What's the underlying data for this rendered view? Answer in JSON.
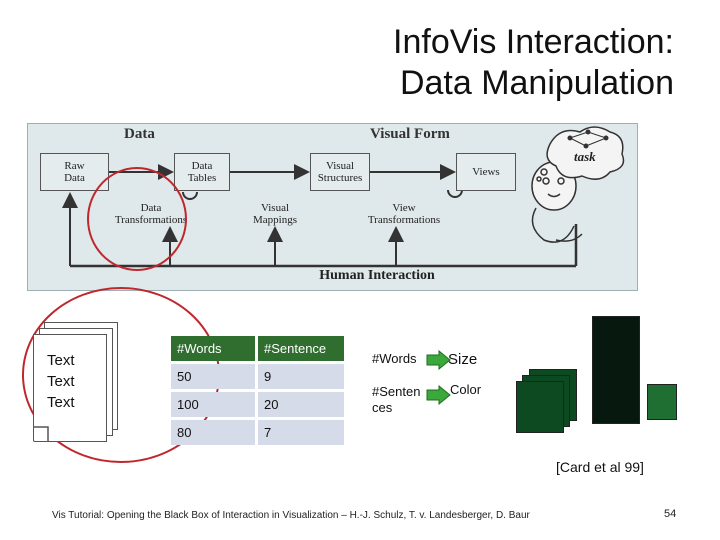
{
  "title": {
    "line1": "InfoVis Interaction:",
    "line2": "Data Manipulation"
  },
  "pipeline": {
    "section_data": "Data",
    "section_visual": "Visual Form",
    "task_label": "task",
    "boxes": {
      "raw_data": "Raw\nData",
      "data_tables": "Data\nTables",
      "visual_structures": "Visual\nStructures",
      "views": "Views"
    },
    "captions": {
      "data_transformations": "Data\nTransformations",
      "visual_mappings": "Visual\nMappings",
      "view_transformations": "View\nTransformations",
      "human_interaction": "Human Interaction"
    }
  },
  "documents": {
    "lines": [
      "Text",
      "Text",
      "Text"
    ]
  },
  "table": {
    "headers": [
      "#Words",
      "#Sentence"
    ],
    "rows": [
      [
        "50",
        "9"
      ],
      [
        "100",
        "20"
      ],
      [
        "80",
        "7"
      ]
    ]
  },
  "mapping": [
    {
      "from": "#Words",
      "to": "Size"
    },
    {
      "from": "#Senten\nces",
      "to": "Color"
    }
  ],
  "colors": {
    "accent_red": "#c0272d",
    "table_header": "#2f6e2f",
    "table_cell": "#d5dbe8",
    "arrow_green": "#3aa83a",
    "page_dark": "#07190f",
    "page_mid": "#0d4a21",
    "page_light": "#1f6e32"
  },
  "reference": "[Card et al 99]",
  "footer": "Vis Tutorial: Opening the Black Box of Interaction in Visualization – H.-J. Schulz, T. v. Landesberger, D. Baur",
  "page_number": "54"
}
